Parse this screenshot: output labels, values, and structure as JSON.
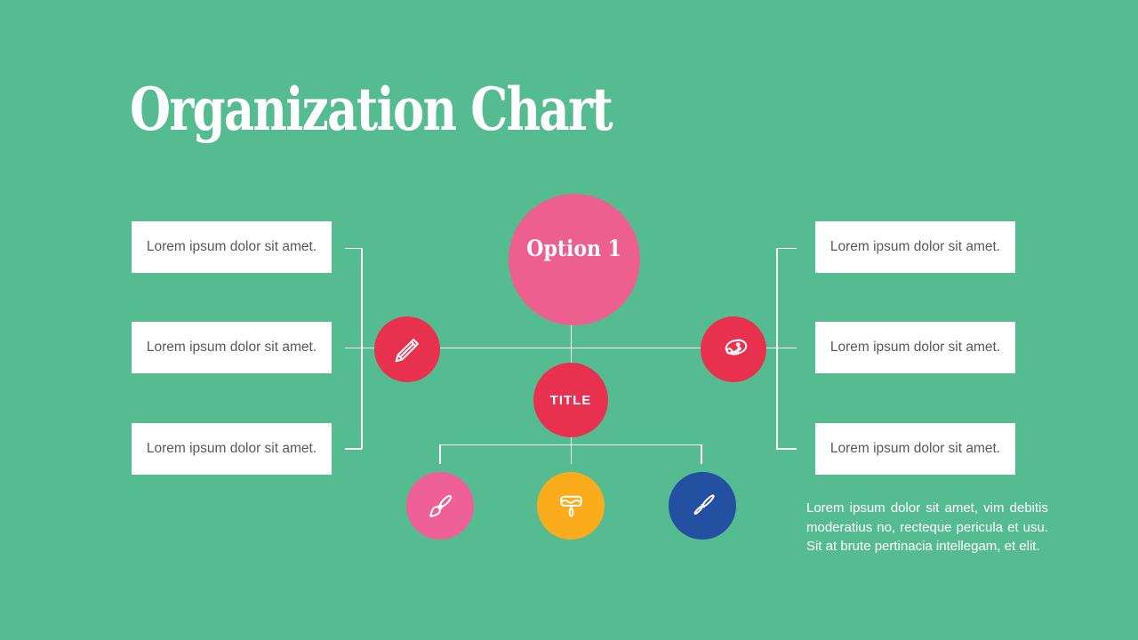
{
  "slide": {
    "title": "Organization Chart"
  },
  "colors": {
    "bg": "#55BC92",
    "rose": "#EC5F8E",
    "crimson": "#E8314E",
    "pink": "#EF6096",
    "orange": "#FAAC1C",
    "blue": "#2350A1",
    "line": "#FFFFFF",
    "box-text": "#595959"
  },
  "chart": {
    "root_label": "Option 1",
    "center_label": "TITLE",
    "branch_icons": [
      "pencil",
      "palette"
    ],
    "leaf_icons": [
      "paintbrush",
      "paint-roller",
      "detail-brush"
    ],
    "left_boxes": [
      "Lorem ipsum dolor sit amet.",
      "Lorem ipsum dolor sit amet.",
      "Lorem ipsum dolor sit amet."
    ],
    "right_boxes": [
      "Lorem ipsum dolor sit amet.",
      "Lorem ipsum dolor sit amet.",
      "Lorem ipsum dolor sit amet."
    ]
  },
  "footer": {
    "paragraph": "Lorem ipsum dolor sit amet, vim debitis moderatius no, recteque pericula et usu. Sit at brute pertinacia intellegam, et elit."
  }
}
